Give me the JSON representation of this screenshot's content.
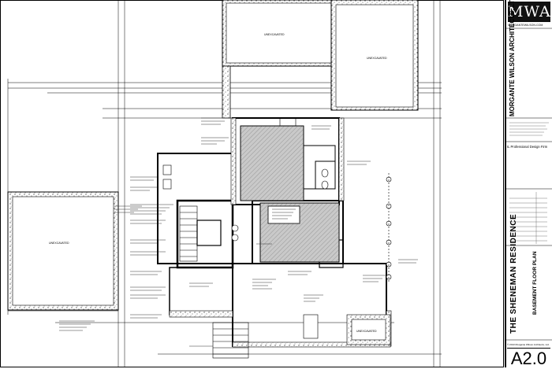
{
  "title_block": {
    "logo": "MWA",
    "website": "MORGANTEWILSON.COM",
    "firm_name": "MORGANTE WILSON ARCHITECTS, LTD.",
    "professional": "IL Professional Design Firm",
    "project": "THE SHENEMAN RESIDENCE",
    "sheet_title": "BASEMENT FLOOR PLAN",
    "sheet_number": "A2.0",
    "copyright": "© 2013 Morgante Wilson Architects, Ltd."
  },
  "plan": {
    "unexcavated_labels": [
      "UNEXCAVATED",
      "UNEXCAVATED",
      "UNEXCAVATED",
      "UNEXCAVATED"
    ]
  },
  "colors": {
    "line": "#000000",
    "hatch": "#9a9a9a",
    "shaded_room": "#c9c9c9",
    "background": "#ffffff"
  }
}
